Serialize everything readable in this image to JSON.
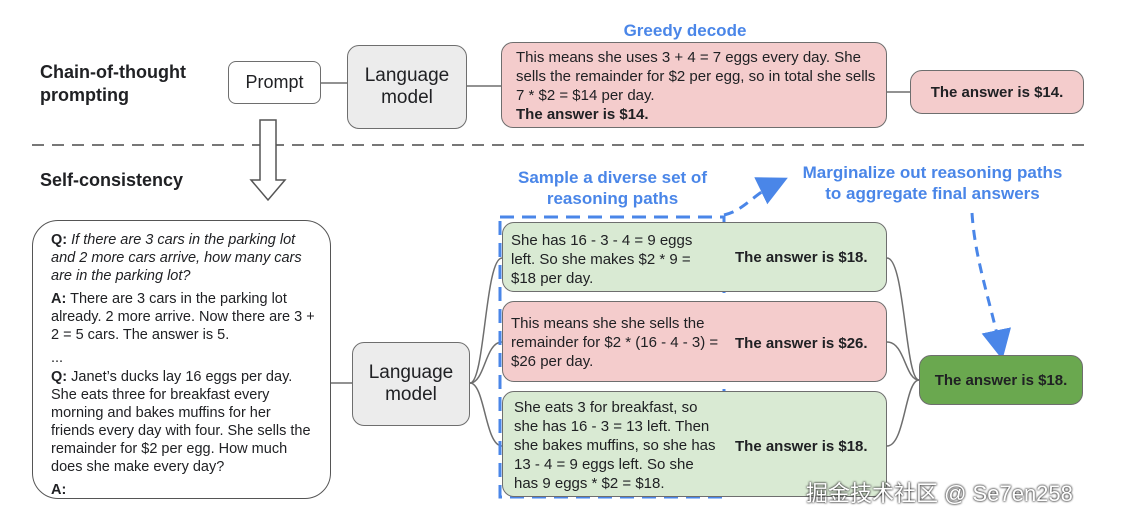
{
  "cot": {
    "label": "Chain-of-thought\nprompting",
    "prompt": "Prompt",
    "lm": "Language\nmodel",
    "greedy_label": "Greedy decode",
    "greedy_text": "This means she uses 3 + 4 = 7 eggs every day. She sells the remainder for $2 per egg, so in total she sells 7 * $2 = $14 per day.",
    "greedy_bold": "The answer is $14.",
    "answer": "The answer is $14."
  },
  "sc": {
    "label": "Self-consistency",
    "lm": "Language\nmodel",
    "sample_label": "Sample a diverse set of\nreasoning paths",
    "marginal_label": "Marginalize out reasoning paths\nto aggregate final answers",
    "paths": [
      {
        "text": "She has 16 - 3 - 4 = 9 eggs left. So she makes $2 * 9 = $18 per day.",
        "answer": "The answer is $18."
      },
      {
        "text": "This means she she sells the remainder for $2 * (16 - 4 - 3) = $26 per day.",
        "answer": "The answer is $26."
      },
      {
        "text": "She eats 3 for breakfast, so she has 16 - 3 = 13 left. Then she bakes muffins, so she has 13 - 4 = 9 eggs left. So she has 9 eggs * $2 = $18.",
        "answer": "The answer is $18."
      }
    ],
    "final_answer": "The answer is $18."
  },
  "prompt_example": {
    "q1_label": "Q:",
    "q1": "If there are 3 cars in the parking lot and 2 more cars arrive, how many cars are in the parking lot?",
    "a1_label": "A:",
    "a1": "There are 3 cars in the parking lot already. 2 more arrive. Now there are 3 + 2 = 5 cars. The answer is 5.",
    "ellipsis": "...",
    "q2_label": "Q:",
    "q2": "Janet’s ducks lay 16 eggs per day. She eats three for breakfast every morning and bakes muffins for her friends every day with four. She sells the remainder for $2 per egg. How much does she make every day?",
    "a2_label": "A:"
  },
  "watermark": "掘金技术社区 @ Se7en258",
  "colors": {
    "blue": "#4a86e8",
    "pink": "#f4cccc",
    "green": "#d9ead3",
    "dark_green": "#6aa84f",
    "gray": "#ececec"
  }
}
